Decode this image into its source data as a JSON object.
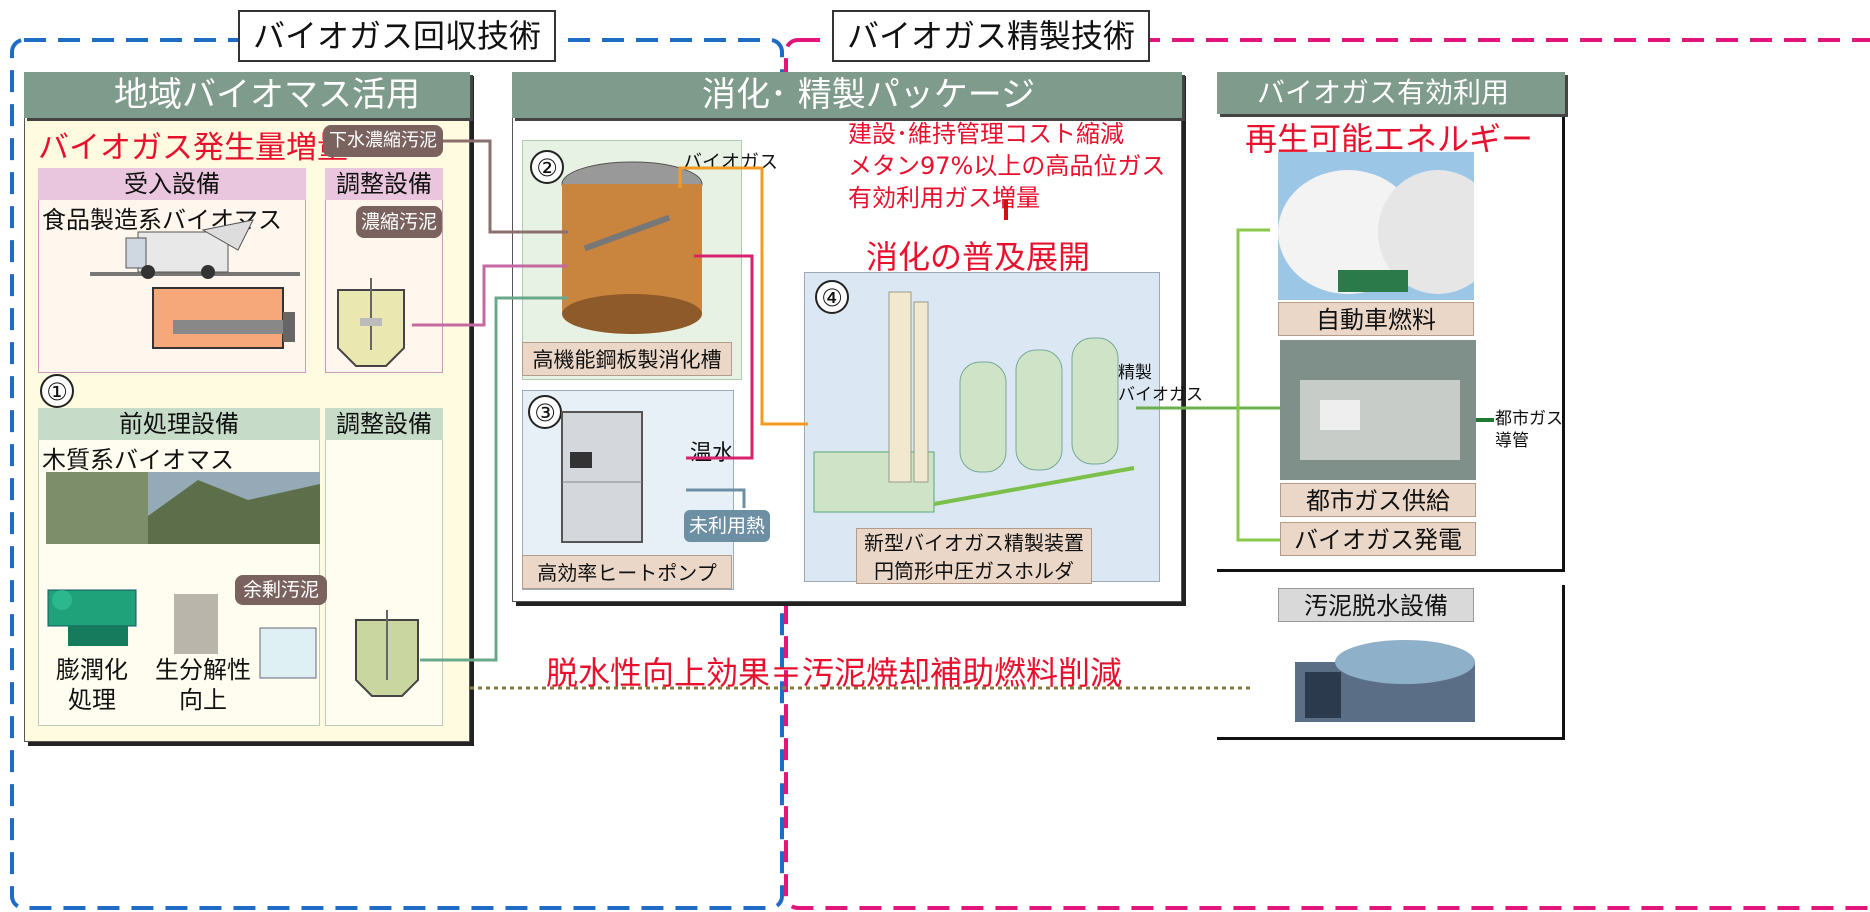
{
  "top_titles": {
    "recovery": "バイオガス回収技術",
    "refining": "バイオガス精製技術"
  },
  "left_panel": {
    "header": "地域バイオマス活用",
    "increase_label": "バイオガス発生量増量",
    "sewage_tag": "下水濃縮汚泥",
    "receiving": "受入設備",
    "adjusting_top": "調整設備",
    "food_biomass": "食品製造系バイオマス",
    "thick_sludge": "濃縮汚泥",
    "number_1": "①",
    "pretreatment": "前処理設備",
    "adjusting_bottom": "調整設備",
    "wood_biomass": "木質系バイオマス",
    "excess_sludge": "余剰汚泥",
    "swelling_1": "膨潤化",
    "swelling_2": "処理",
    "biodeg_1": "生分解性",
    "biodeg_2": "向上"
  },
  "center_panel": {
    "header": "消化･ 精製パッケージ",
    "number_2": "②",
    "biogas": "バイオガス",
    "digester_label": "高機能鋼板製消化槽",
    "number_3": "③",
    "hot_water": "温水",
    "unused_heat": "未利用熱",
    "heatpump_label": "高効率ヒートポンプ",
    "benefit_1": "建設･維持管理コスト縮減",
    "benefit_2": "メタン97%以上の高品位ガス",
    "benefit_3": "有効利用ガス増量",
    "spread": "消化の普及展開",
    "number_4": "④",
    "refined_1": "精製",
    "refined_2": "バイオガス",
    "refiner_1": "新型バイオガス精製装置",
    "refiner_2": "円筒形中圧ガスホルダ"
  },
  "right_panel": {
    "header": "バイオガス有効利用",
    "renewable": "再生可能エネルギー",
    "car_fuel": "自動車燃料",
    "city_gas": "都市ガス供給",
    "pipe_1": "都市ガス",
    "pipe_2": "導管",
    "power": "バイオガス発電",
    "dewater": "汚泥脱水設備"
  },
  "bottom_effect": "脱水性向上効果＝汚泥焼却補助燃料削減"
}
